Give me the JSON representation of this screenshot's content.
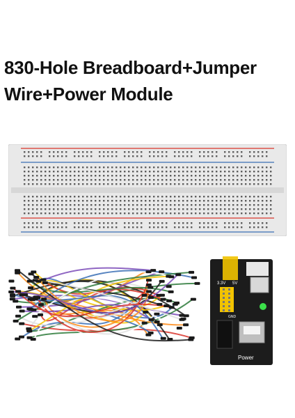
{
  "product": {
    "title_line1": "830-Hole Breadboard+Jumper",
    "title_line2": "Wire+Power Module"
  },
  "power_module": {
    "labels": [
      "5V",
      "3.3V",
      "GND",
      "Power"
    ]
  },
  "colors": {
    "rail_red": "#d9342b",
    "rail_blue": "#3a6fb5",
    "board": "#ededed",
    "pcb": "#1c1c1c",
    "led": "#3be04a"
  }
}
